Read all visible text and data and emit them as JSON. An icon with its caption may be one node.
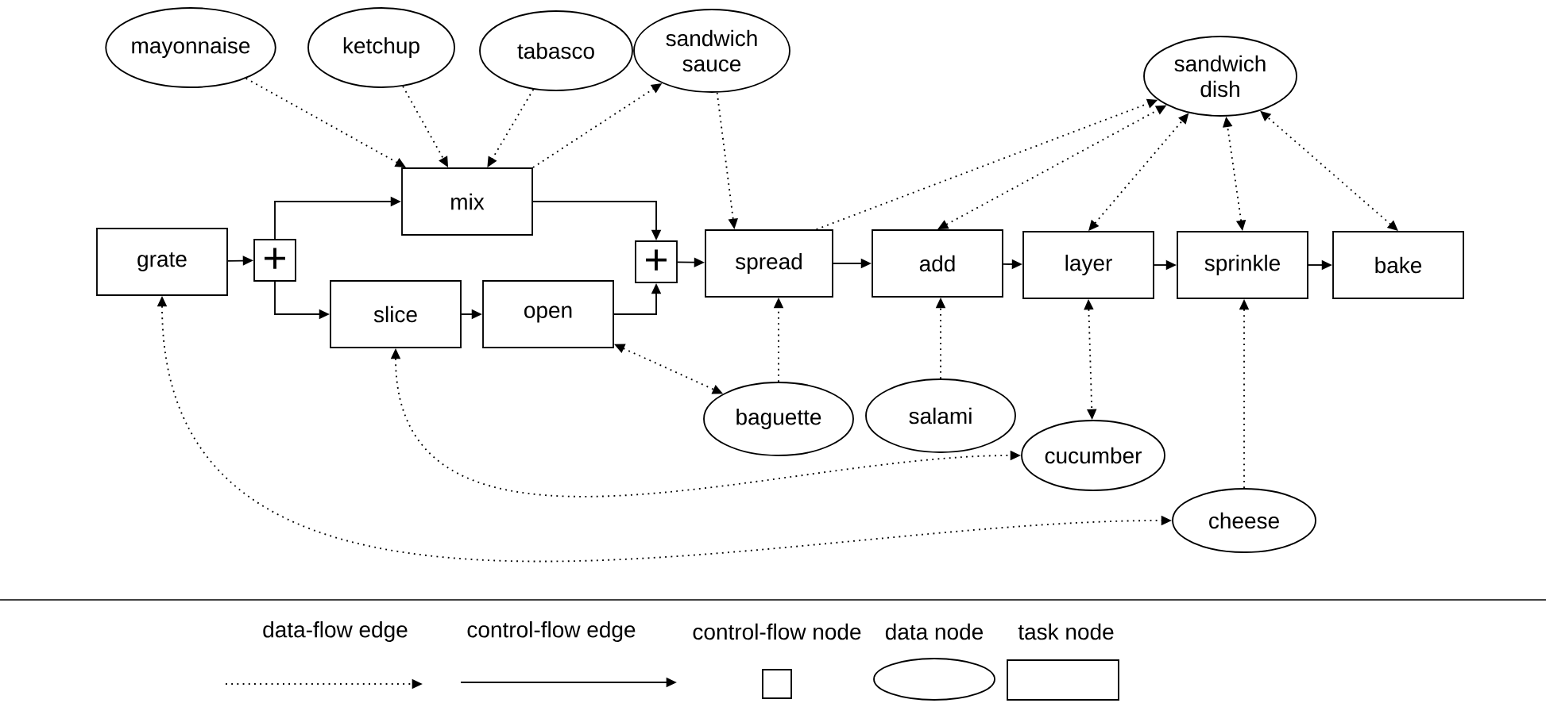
{
  "diagram": {
    "nodes": [
      {
        "text": [
          "mayonnaise"
        ]
      },
      {
        "text": [
          "ketchup"
        ]
      },
      {
        "text": [
          "tabasco"
        ]
      },
      {
        "text": [
          "sandwich sauce"
        ]
      },
      {
        "text": [
          "sandwich dish"
        ]
      },
      {
        "text": [
          "mix"
        ]
      },
      {
        "text": [
          "grate"
        ]
      },
      {
        "text": [
          "+"
        ]
      },
      {
        "text": [
          "slice"
        ]
      },
      {
        "text": [
          "open"
        ]
      },
      {
        "text": [
          "+"
        ]
      },
      {
        "text": [
          "spread"
        ]
      },
      {
        "text": [
          "add"
        ]
      },
      {
        "text": [
          "layer"
        ]
      },
      {
        "text": [
          "sprinkle"
        ]
      },
      {
        "text": [
          "bake"
        ]
      },
      {
        "text": [
          "baguette"
        ]
      },
      {
        "text": [
          "salami"
        ]
      },
      {
        "text": [
          "cucumber"
        ]
      },
      {
        "text": [
          "cheese"
        ]
      }
    ],
    "edges": [
      {
        "from": 0,
        "to": 5,
        "arrow": "to",
        "style": "dashed"
      },
      {
        "from": 1,
        "to": 5,
        "arrow": "to",
        "style": "dashed"
      },
      {
        "from": 2,
        "to": 5,
        "arrow": "to",
        "style": "dashed"
      },
      {
        "from": 5,
        "to": 3,
        "arrow": "to",
        "style": "dashed"
      },
      {
        "from": 3,
        "to": 11,
        "arrow": "to",
        "style": "dashed"
      },
      {
        "from": 11,
        "to": 4,
        "arrow": "to",
        "style": "dashed"
      },
      {
        "from": 12,
        "to": 4,
        "arrow": "both",
        "style": "dashed"
      },
      {
        "from": 13,
        "to": 4,
        "arrow": "both",
        "style": "dashed"
      },
      {
        "from": 14,
        "to": 4,
        "arrow": "both",
        "style": "dashed"
      },
      {
        "from": 15,
        "to": 4,
        "arrow": "both",
        "style": "dashed"
      },
      {
        "from": 16,
        "to": 11,
        "arrow": "to",
        "style": "dashed"
      },
      {
        "from": 17,
        "to": 12,
        "arrow": "to",
        "style": "dashed"
      },
      {
        "from": 9,
        "to": 16,
        "arrow": "both",
        "style": "dashed"
      },
      {
        "from": 13,
        "to": 18,
        "arrow": "both",
        "style": "dashed"
      },
      {
        "from": 8,
        "to": 18,
        "arrow": "both",
        "style": "dashed"
      },
      {
        "from": 19,
        "to": 14,
        "arrow": "to",
        "style": "dashed"
      },
      {
        "from": 6,
        "to": 19,
        "arrow": "both",
        "style": "dashed"
      },
      {
        "from": 6,
        "to": 7,
        "arrow": "to"
      },
      {
        "from": 7,
        "to": 5,
        "arrow": "to"
      },
      {
        "from": 7,
        "to": 8,
        "arrow": "to"
      },
      {
        "from": 8,
        "to": 9,
        "arrow": "to"
      },
      {
        "from": 5,
        "to": 10,
        "arrow": "to"
      },
      {
        "from": 9,
        "to": 10,
        "arrow": "to"
      },
      {
        "from": 10,
        "to": 11,
        "arrow": "to"
      },
      {
        "from": 11,
        "to": 12,
        "arrow": "to"
      },
      {
        "from": 12,
        "to": 13,
        "arrow": "to"
      },
      {
        "from": 13,
        "to": 14,
        "arrow": "to"
      },
      {
        "from": 14,
        "to": 15,
        "arrow": "to"
      }
    ],
    "legend": [
      {
        "text": "data-flow edge"
      },
      {
        "text": "control-flow edge"
      },
      {
        "text": "control-flow node"
      },
      {
        "text": "data node"
      },
      {
        "text": "task node"
      }
    ]
  }
}
